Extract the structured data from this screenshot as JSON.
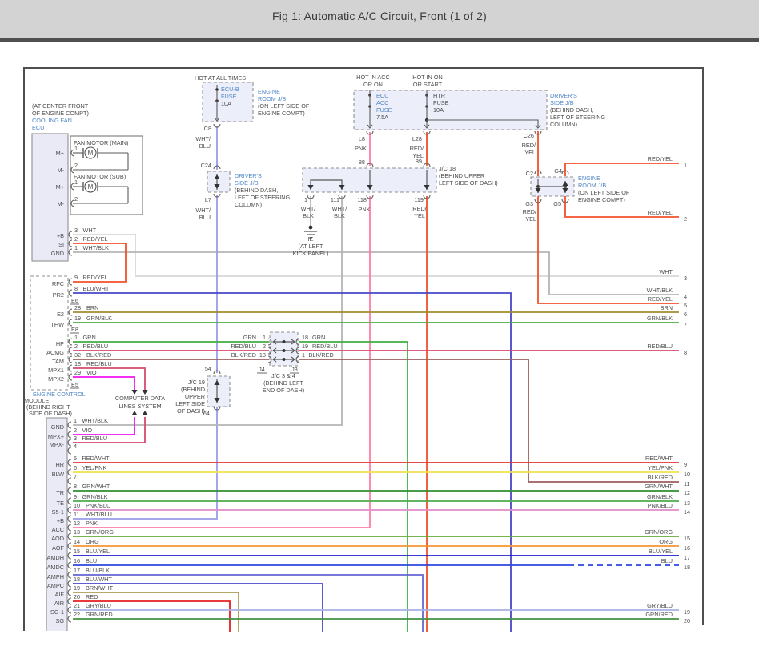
{
  "header": {
    "title": "Fig 1: Automatic A/C Circuit, Front (1 of 2)"
  },
  "palette": {
    "WHT": "#d8d8d8",
    "WHT/BLK": "#b5b5b5",
    "WHT/BLU": "#9a9ce8",
    "GRY/BLU": "#a9b0e2",
    "BLU": "#2b46e0",
    "BLU/WHT": "#4747c8",
    "BLU/YEL": "#1f1fc8",
    "BLU/BLK": "#6565d5",
    "RED": "#e51f1f",
    "RED/WHT": "#e23535",
    "RED/YEL": "#f2512a",
    "RED/BLU": "#d64a6e",
    "BLK/RED": "#9c5f5f",
    "PNK": "#ff7da4",
    "PNK/BLU": "#e08cc8",
    "VIO": "#f311f3",
    "YEL/PNK": "#f2e14c",
    "ORG": "#f79633",
    "BRN": "#a08b2d",
    "BRN/WHT": "#ac9c58",
    "GRN": "#3fae3f",
    "GRN/BLK": "#4cab4c",
    "GRN/WHT": "#2f8f2f",
    "GRN/ORG": "#63aa37",
    "GRN/RED": "#429142"
  },
  "t": {
    "hot_all": "HOT AT ALL TIMES",
    "hot_acc_1": "HOT IN ACC",
    "hot_acc_2": "OR ON",
    "hot_on_1": "HOT IN ON",
    "hot_on_2": "OR START",
    "ecub_1": "ECU-B",
    "ecub_2": "FUSE",
    "ecub_3": "10A",
    "ecuacc_1": "ECU",
    "ecuacc_2": "ACC",
    "ecuacc_3": "FUSE",
    "ecuacc_4": "7.5A",
    "htr_1": "HTR",
    "htr_2": "FUSE",
    "htr_3": "10A",
    "erjb_1": "ENGINE",
    "erjb_2": "ROOM J/B",
    "erjb_3": "(ON LEFT SIDE OF",
    "erjb_4": "ENGINE COMPT)",
    "dsjb_1": "DRIVER'S",
    "dsjb_2": "SIDE J/B",
    "dsjb_3": "(BEHIND DASH,",
    "dsjb_4": "LEFT OF STEERING",
    "dsjb_5": "COLUMN)",
    "cf_1": "(AT CENTER FRONT",
    "cf_2": "OF ENGINE COMPT)",
    "cf_3": "COOLING FAN",
    "cf_4": "ECU",
    "fan_main": "FAN MOTOR (MAIN)",
    "fan_sub": "FAN MOTOR (SUB)",
    "motor_m": "M",
    "jc18_1": "J/C 18",
    "jc18_2": "(BEHIND UPPER",
    "jc18_3": "LEFT SIDE OF DASH)",
    "jc19_1": "J/C 19",
    "jc19_2": "(BEHIND",
    "jc19_3": "UPPER",
    "jc19_4": "LEFT SIDE",
    "jc19_5": "OF DASH)",
    "jc34_1": "J/C 3 & 4",
    "jc34_2": "(BEHIND LEFT",
    "jc34_3": "END OF DASH)",
    "ie_1": "IE",
    "ie_2": "(AT LEFT",
    "ie_3": "KICK PANEL)",
    "ecm_1": "ENGINE CONTROL",
    "ecm_2": "MODULE",
    "ecm_3": "(BEHIND RIGHT",
    "ecm_4": "SIDE OF DASH)",
    "cdl_1": "COMPUTER DATA",
    "cdl_2": "LINES SYSTEM",
    "conn_c8": "C8",
    "conn_c24": "C24",
    "conn_l7": "L7",
    "conn_l8": "L8",
    "conn_l28": "L28",
    "conn_c26": "C26",
    "conn_c2": "C2",
    "conn_g4": "G4",
    "conn_g3": "G3",
    "conn_g5": "G5",
    "conn_88": "88",
    "conn_89": "89",
    "conn_118": "118",
    "conn_119": "119",
    "conn_1": "1",
    "conn_111": "111",
    "conn_54": "54",
    "conn_64": "64",
    "conn_j4": "J4",
    "conn_j3": "J3",
    "e6": "E6",
    "e8": "E8",
    "e5": "E5",
    "w_whtblu_1": "WHT/",
    "w_whtblu_2": "BLU",
    "w_whtblk_1": "WHT/",
    "w_whtblk_2": "BLK",
    "w_pnk": "PNK",
    "w_redyel_1": "RED/",
    "w_redyel_2": "YEL",
    "mplus": "M+",
    "mminus": "M-",
    "pin1": "1",
    "pin2": "2"
  },
  "fan_pins": [
    {
      "name": "+B",
      "pin": "3",
      "color": "WHT"
    },
    {
      "name": "SI",
      "pin": "2",
      "color": "RED/YEL"
    },
    {
      "name": "GND",
      "pin": "1",
      "color": "WHT/BLK"
    }
  ],
  "upper_pins": [
    {
      "name": "RFC",
      "pin": "9",
      "color": "RED/YEL"
    },
    {
      "name": "PR2",
      "pin": "8",
      "color": "BLU/WHT"
    },
    {
      "name": "E2",
      "pin": "28",
      "color": "BRN"
    },
    {
      "name": "THW",
      "pin": "19",
      "color": "GRN/BLK"
    },
    {
      "name": "HP",
      "pin": "1",
      "color": "GRN"
    },
    {
      "name": "ACMG",
      "pin": "2",
      "color": "RED/BLU"
    },
    {
      "name": "TAM",
      "pin": "32",
      "color": "BLK/RED"
    },
    {
      "name": "MPX1",
      "pin": "18",
      "color": "RED/BLU"
    },
    {
      "name": "MPX2",
      "pin": "29",
      "color": "VIO"
    }
  ],
  "lower_pins": [
    {
      "name": "GND",
      "pin": "1",
      "color": "WHT/BLK"
    },
    {
      "name": "MPX+",
      "pin": "2",
      "color": "VIO"
    },
    {
      "name": "MPX-",
      "pin": "3",
      "color": "RED/BLU"
    },
    {
      "name": "",
      "pin": "4",
      "color": ""
    },
    {
      "name": "HR",
      "pin": "5",
      "color": "RED/WHT"
    },
    {
      "name": "BLW",
      "pin": "6",
      "color": "YEL/PNK"
    },
    {
      "name": "",
      "pin": "7",
      "color": ""
    },
    {
      "name": "TR",
      "pin": "8",
      "color": "GRN/WHT"
    },
    {
      "name": "TE",
      "pin": "9",
      "color": "GRN/BLK"
    },
    {
      "name": "S5-1",
      "pin": "10",
      "color": "PNK/BLU"
    },
    {
      "name": "+B",
      "pin": "11",
      "color": "WHT/BLU"
    },
    {
      "name": "ACC",
      "pin": "12",
      "color": "PNK"
    },
    {
      "name": "AOD",
      "pin": "13",
      "color": "GRN/ORG"
    },
    {
      "name": "AOF",
      "pin": "14",
      "color": "ORG"
    },
    {
      "name": "AMDH",
      "pin": "15",
      "color": "BLU/YEL"
    },
    {
      "name": "AMDC",
      "pin": "16",
      "color": "BLU"
    },
    {
      "name": "AMPH",
      "pin": "17",
      "color": "BLU/BLK"
    },
    {
      "name": "AMPC",
      "pin": "18",
      "color": "BLU/WHT"
    },
    {
      "name": "AIF",
      "pin": "19",
      "color": "BRN/WHT"
    },
    {
      "name": "AIR",
      "pin": "20",
      "color": "RED"
    },
    {
      "name": "SG-1",
      "pin": "21",
      "color": "GRY/BLU"
    },
    {
      "name": "SG",
      "pin": "22",
      "color": "GRN/RED"
    }
  ],
  "jc34_rows": [
    {
      "left_color": "GRN",
      "left_pin": "1",
      "right_pin": "18",
      "right_color": "GRN"
    },
    {
      "left_color": "RED/BLU",
      "left_pin": "2",
      "right_pin": "19",
      "right_color": "RED/BLU"
    },
    {
      "left_color": "BLK/RED",
      "left_pin": "18",
      "right_pin": "1",
      "right_color": "BLK/RED"
    }
  ],
  "right_edge": [
    {
      "color": "RED/YEL",
      "num": "1"
    },
    {
      "color": "RED/YEL",
      "num": "2"
    },
    {
      "color": "WHT",
      "num": "3"
    },
    {
      "color": "WHT/BLK",
      "num": "4"
    },
    {
      "color": "RED/YEL",
      "num": "5"
    },
    {
      "color": "BRN",
      "num": "6"
    },
    {
      "color": "GRN/BLK",
      "num": "7"
    },
    {
      "color": "RED/BLU",
      "num": "8"
    },
    {
      "color": "RED/WHT",
      "num": "9"
    },
    {
      "color": "YEL/PNK",
      "num": "10"
    },
    {
      "color": "BLK/RED",
      "num": "11"
    },
    {
      "color": "GRN/WHT",
      "num": "12"
    },
    {
      "color": "GRN/BLK",
      "num": "13"
    },
    {
      "color": "PNK/BLU",
      "num": "14"
    },
    {
      "color": "GRN/ORG",
      "num": "15"
    },
    {
      "color": "ORG",
      "num": "16"
    },
    {
      "color": "BLU/YEL",
      "num": "17"
    },
    {
      "color": "BLU",
      "num": "18"
    },
    {
      "color": "GRY/BLU",
      "num": "19"
    },
    {
      "color": "GRN/RED",
      "num": "20"
    }
  ]
}
